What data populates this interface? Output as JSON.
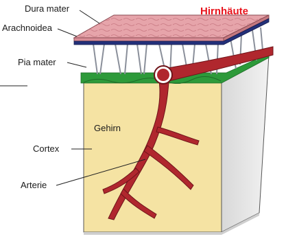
{
  "title": "Hirnhäute",
  "labels": {
    "dura_mater": "Dura mater",
    "arachnoidea": "Arachnoidea",
    "pia_mater": "Pia mater",
    "gehirn": "Gehirn",
    "cortex": "Cortex",
    "arterie": "Arterie"
  },
  "colors": {
    "title": "#e8121b",
    "dura_mater": "#e6a4aa",
    "arachnoidea": "#24307a",
    "pia_mater": "#2d9a3a",
    "brain_tissue": "#f5e3a3",
    "artery": "#b0272e"
  }
}
